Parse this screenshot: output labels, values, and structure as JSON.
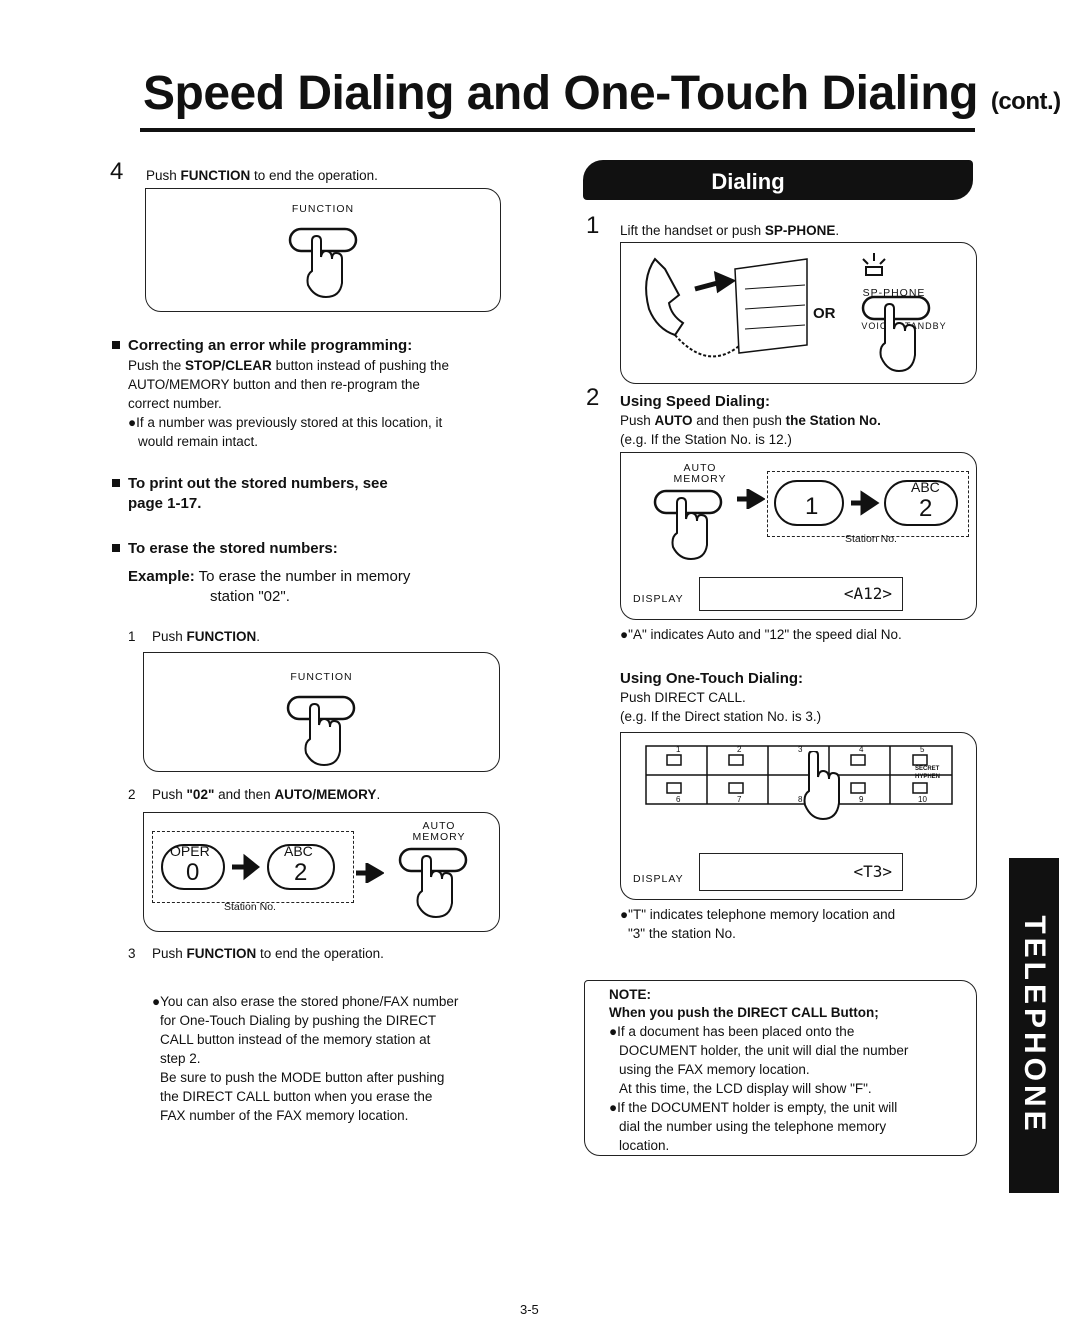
{
  "header": {
    "title": "Speed Dialing and One-Touch Dialing",
    "title_suffix": "(cont.)"
  },
  "left": {
    "step4_num": "4",
    "step4_text_pre": "Push ",
    "step4_text_bold": "FUNCTION",
    "step4_text_post": " to end the operation.",
    "function_label": "FUNCTION",
    "correcting_heading": "Correcting an error while programming:",
    "correcting_l1_pre": "Push the ",
    "correcting_l1_bold": "STOP/CLEAR",
    "correcting_l1_post": " button instead of pushing the",
    "correcting_l2": "AUTO/MEMORY button and then re-program the",
    "correcting_l3": "correct number.",
    "correcting_note1": "●If a number was previously stored at this location, it",
    "correcting_note2": "would remain intact.",
    "print_heading_l1": "To print out the stored numbers, see",
    "print_heading_l2": "page 1-17.",
    "erase_heading": "To erase the stored numbers:",
    "example_label": "Example:",
    "example_text_l1": "To erase the number in memory",
    "example_text_l2": "station \"02\".",
    "sub1_num": "1",
    "sub1_pre": "Push ",
    "sub1_bold": "FUNCTION",
    "sub1_post": ".",
    "sub2_num": "2",
    "sub2_pre": "Push ",
    "sub2_bold1": "\"02\"",
    "sub2_mid": " and then ",
    "sub2_bold2": "AUTO/MEMORY",
    "sub2_post": ".",
    "key_oper": "OPER",
    "key_0": "0",
    "key_abc": "ABC",
    "key_2": "2",
    "station_no": "Station No.",
    "auto_label": "AUTO",
    "memory_label": "MEMORY",
    "sub3_num": "3",
    "sub3_pre": "Push ",
    "sub3_bold": "FUNCTION",
    "sub3_post": " to end the operation.",
    "also_l1": "●You can also erase the stored phone/FAX number",
    "also_l2": "for One-Touch Dialing by pushing the DIRECT",
    "also_l3": "CALL button instead of the memory station at",
    "also_l4": "step 2.",
    "also_l5": "Be sure to push the MODE button after pushing",
    "also_l6": "the DIRECT CALL button when you erase the",
    "also_l7": "FAX number of the FAX memory location."
  },
  "right": {
    "banner": "Dialing",
    "step1_num": "1",
    "step1_pre": "Lift the handset or push ",
    "step1_bold": "SP-PHONE",
    "step1_post": ".",
    "or_label": "OR",
    "sp_phone_label": "SP-PHONE",
    "voice_label": "VOICE STANDBY",
    "step2_num": "2",
    "speed_heading": "Using Speed Dialing:",
    "speed_l1_pre": "Push ",
    "speed_l1_bold1": "AUTO",
    "speed_l1_mid": " and then push ",
    "speed_l1_bold2": "the Station No.",
    "speed_l2": "(e.g. If the Station No. is 12.)",
    "auto_label": "AUTO",
    "memory_label": "MEMORY",
    "key_1": "1",
    "key_abc": "ABC",
    "key_2": "2",
    "station_no": "Station No.",
    "display_label": "DISPLAY",
    "display_a12": "<A12>",
    "a_note": "●\"A\" indicates Auto and \"12\" the speed dial No.",
    "onetouch_heading": "Using One-Touch Dialing:",
    "onetouch_l1": "Push DIRECT CALL.",
    "onetouch_l2": "(e.g. If the Direct station No. is 3.)",
    "grid_top": [
      "1",
      "2",
      "3",
      "4",
      "5"
    ],
    "grid_bottom": [
      "6",
      "7",
      "8",
      "9",
      "10"
    ],
    "secret_label": "SECRET",
    "hyphen_label": "HYPHEN",
    "display_t3": "<T3>",
    "t_note_l1": "●\"T\" indicates telephone memory location and",
    "t_note_l2": "\"3\" the station No.",
    "note_title": "NOTE:",
    "note_heading": "When you push the DIRECT CALL Button;",
    "note_l1": "●If a document has been placed onto the",
    "note_l2": "DOCUMENT holder, the unit will dial the number",
    "note_l3": "using the FAX memory location.",
    "note_l4": "At this time, the LCD display will show \"F\".",
    "note_l5": "●If the DOCUMENT holder is empty, the unit will",
    "note_l6": "dial the number using the telephone memory",
    "note_l7": "location."
  },
  "side_tab": "TELEPHONE",
  "page_number": "3-5"
}
